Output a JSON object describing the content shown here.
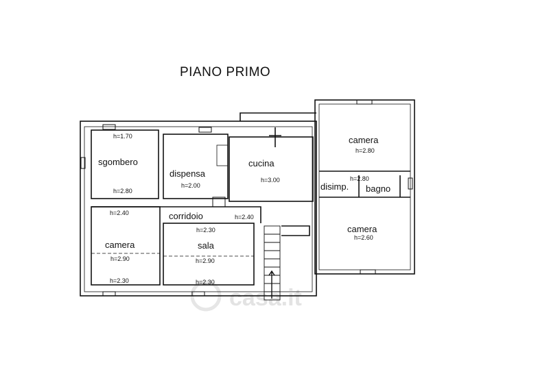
{
  "title": "PIANO PRIMO",
  "watermark": "casa.it",
  "rooms": {
    "sgombero": {
      "label": "sgombero",
      "h_top": "h=1.70",
      "h_bottom": "h=2.80"
    },
    "dispensa": {
      "label": "dispensa",
      "h": "h=2.00"
    },
    "cucina": {
      "label": "cucina",
      "h": "h=3.00"
    },
    "camera_ne": {
      "label": "camera",
      "h": "h=2.80"
    },
    "disimp": {
      "label": "disimp.",
      "h": "h=2.80"
    },
    "bagno": {
      "label": "bagno"
    },
    "camera_se": {
      "label": "camera",
      "h": "h=2.60"
    },
    "corridoio": {
      "label": "corridoio",
      "h_left": "h=2.40",
      "h_right": "h=2.40",
      "h_bottom": "h=2.30"
    },
    "camera_sw": {
      "label": "camera",
      "h_mid": "h=2.90",
      "h_bottom": "h=2.30"
    },
    "sala": {
      "label": "sala",
      "h_mid": "h=2.90",
      "h_bottom": "h=2.30"
    }
  },
  "colors": {
    "line": "#111111",
    "watermark": "#e3e3e3"
  }
}
